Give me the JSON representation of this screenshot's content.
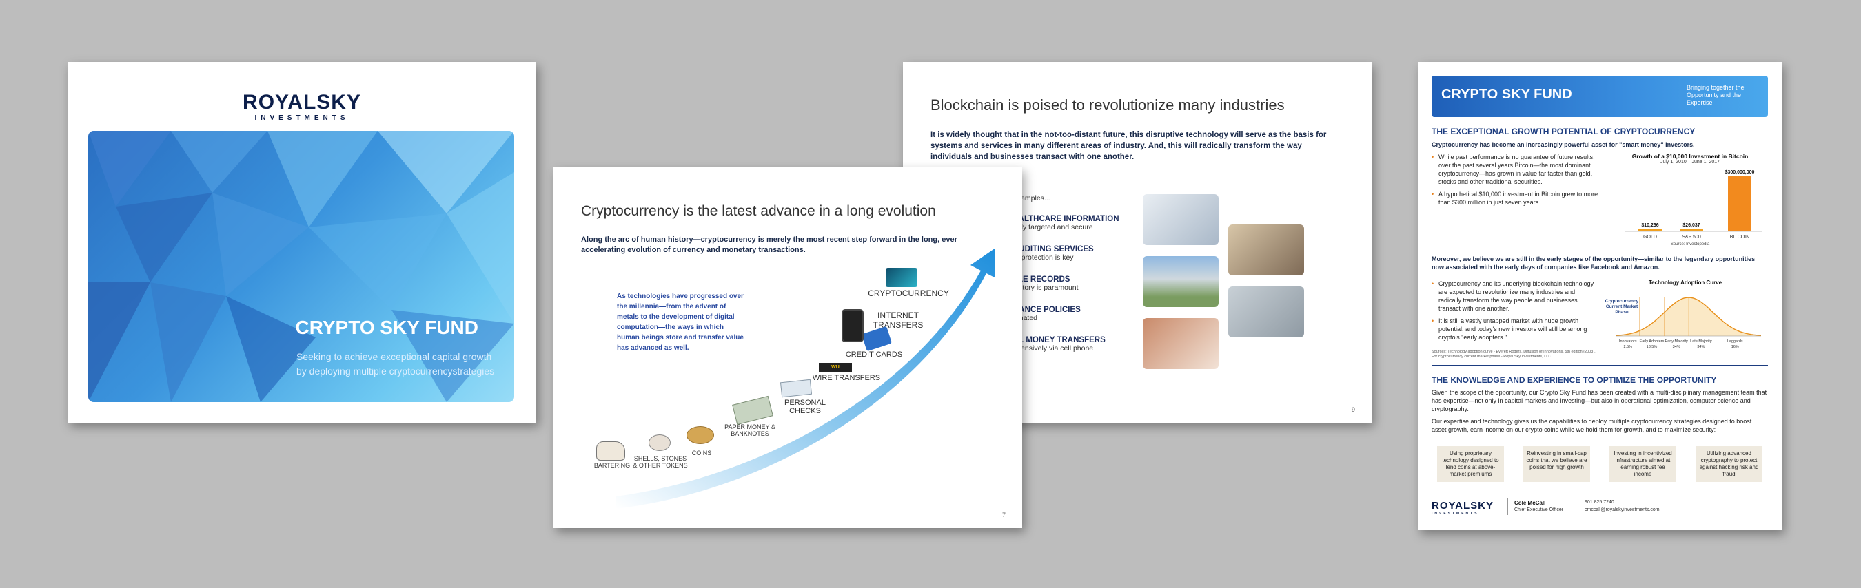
{
  "logo": {
    "name": "ROYALSKY",
    "sub": "INVESTMENTS"
  },
  "cover": {
    "title": "CRYPTO SKY FUND",
    "subtitle": "Seeking to achieve exceptional capital growth by deploying multiple cryptocurrencystrategies"
  },
  "slide7": {
    "title": "Cryptocurrency is the latest advance in a long evolution",
    "body": "Along the arc of human history—cryptocurrency is merely the most recent step forward in the long, ever accelerating evolution of currency and monetary transactions.",
    "callout": "As technologies have progressed over the millennia—from the advent of metals to the development of digital computation—the ways in which human beings store and transfer value has advanced as well.",
    "steps": [
      "BARTERING",
      "SHELLS, STONES & OTHER TOKENS",
      "COINS",
      "PAPER MONEY & BANKNOTES",
      "PERSONAL CHECKS",
      "WIRE TRANSFERS",
      "CREDIT CARDS",
      "INTERNET TRANSFERS",
      "CRYPTOCURRENCY"
    ],
    "page": "7"
  },
  "slide9": {
    "title": "Blockchain is poised to revolutionize many industries",
    "body": "It is widely thought that in the not-too-distant future, this disruptive technology will serve as the basis for systems and services in many different areas of industry.  And, this will radically transform the way individuals and businesses transact with one another.",
    "examples_label": "examples...",
    "industries": [
      {
        "title": "EALTHCARE INFORMATION",
        "sub": "ghly targeted and secure"
      },
      {
        "title": "AUDITING SERVICES",
        "sub": "of protection is key"
      },
      {
        "title": "TLE RECORDS",
        "sub": "history is paramount"
      },
      {
        "title": "RANCE POLICIES",
        "sub": "omated"
      },
      {
        "title": "AL MONEY TRANSFERS",
        "sub": "xpensively via cell phone"
      }
    ],
    "page": "9"
  },
  "onepager": {
    "banner_title": "CRYPTO SKY FUND",
    "banner_tagline": "Bringing together the Opportunity and the Expertise",
    "h1": "THE EXCEPTIONAL GROWTH POTENTIAL OF CRYPTOCURRENCY",
    "intro": "Cryptocurrency has become an increasingly powerful asset for \"smart money\" investors.",
    "bullets1": [
      "While past performance is no guarantee of future results, over the past several years Bitcoin—the most dominant cryptocurrency—has grown in value far faster than gold, stocks and other traditional securities.",
      "A hypothetical $10,000 investment in Bitcoin grew to more than $300 million in just seven years."
    ],
    "para2": "Moreover, we believe we are still in the early stages of the opportunity—similar to the legendary opportunities now associated with the early days of companies like Facebook and Amazon.",
    "bullets2": [
      "Cryptocurrency and its underlying blockchain technology are expected to revolutionize many industries and radically transform the way people and businesses transact with one another.",
      "It is still a vastly untapped market with huge growth potential, and today's new investors will still be among crypto's \"early adopters.\""
    ],
    "sources": "Sources: Technology adoption curve - Everett Rogers, Diffusion of Innovations, 5th edition (2003). For cryptocurrency current market phase - Royal Sky Investments, LLC.",
    "h2": "THE KNOWLEDGE AND EXPERIENCE TO OPTIMIZE THE OPPORTUNITY",
    "para3": "Given the scope of the opportunity, our Crypto Sky Fund has been created with a multi-disciplinary management team that has expertise—not only in capital markets and investing—but also in operational optimization, computer science and cryptography.",
    "para4": "Our expertise and technology gives us the capabilities to deploy multiple cryptocurrency strategies designed to boost asset growth, earn income on our crypto coins while we hold them for growth, and to maximize security:",
    "boxes": [
      "Using proprietary technology designed to lend coins at above-market premiums",
      "Reinvesting in small-cap coins that we believe are poised for high growth",
      "Investing in incentivized infrastructure aimed at earning robust fee income",
      "Utilizing advanced cryptography to protect against hacking risk and fraud"
    ],
    "contact_name": "Cole McCall",
    "contact_role": "Chief Executive Officer",
    "contact_phone": "901.825.7240",
    "contact_email": "cmccall@royalskyinvestments.com"
  },
  "chart_data": [
    {
      "type": "bar",
      "title": "Growth of a $10,000 Investment in Bitcoin",
      "subtitle": "July 1, 2010 – June 1, 2017",
      "categories": [
        "GOLD",
        "S&P 500",
        "BITCOIN"
      ],
      "values": [
        10236,
        26037,
        300000000
      ],
      "value_labels": [
        "$10,236",
        "$26,037",
        "$300,000,000"
      ],
      "source": "Source: Investopedia",
      "colors": [
        "#f0a020",
        "#f0a020",
        "#f28a1e"
      ]
    },
    {
      "type": "area",
      "title": "Technology Adoption Curve",
      "annotation": "Cryptocurrency Current Market Phase",
      "categories": [
        "Innovators",
        "Early Adopters",
        "Early Majority",
        "Late Majority",
        "Laggards"
      ],
      "values": [
        2.5,
        13.5,
        34,
        34,
        16
      ],
      "value_labels": [
        "2.5%",
        "13.5%",
        "34%",
        "34%",
        "16%"
      ]
    }
  ]
}
